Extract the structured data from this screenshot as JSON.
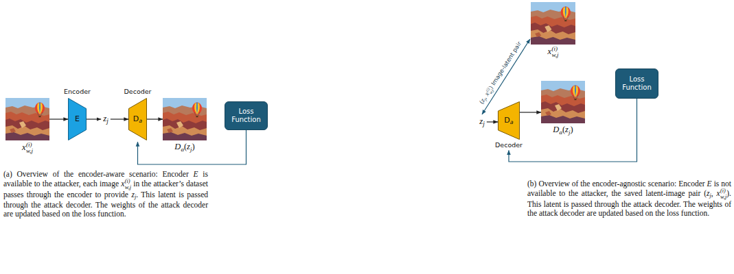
{
  "diagram": {
    "nodes": [
      {
        "text": [
          "x",
          "(i)",
          "w,j"
        ]
      },
      {
        "text": [
          "Encoder",
          "E"
        ]
      },
      {
        "text": [
          "z",
          "j"
        ]
      },
      {
        "text": [
          "Decoder",
          "D",
          "a"
        ]
      },
      {
        "text": [
          "D",
          "a",
          "(",
          "z",
          "j",
          ")"
        ]
      },
      {
        "text": [
          "Loss Function"
        ]
      },
      {
        "text": [
          "x",
          "(i)",
          "w,j"
        ]
      },
      {
        "text": [
          "z",
          "j"
        ]
      },
      {
        "text": [
          "D",
          "a",
          "Decoder"
        ]
      },
      {
        "text": [
          "D",
          "a",
          "(",
          "z",
          "j",
          ")"
        ]
      },
      {
        "text": [
          "Loss Function"
        ]
      }
    ],
    "edges": [
      {
        "from": 0,
        "to": 1,
        "arrow": "to"
      },
      {
        "from": 1,
        "to": 2,
        "arrow": "to"
      },
      {
        "from": 2,
        "to": 3,
        "arrow": "to"
      },
      {
        "from": 3,
        "to": 4,
        "arrow": "to"
      },
      {
        "from": 5,
        "to": 3,
        "arrow": "to"
      },
      {
        "from": 7,
        "to": 6,
        "arrow": "both"
      },
      {
        "from": 7,
        "to": 8,
        "arrow": "to"
      },
      {
        "from": 8,
        "to": 9,
        "arrow": "to"
      },
      {
        "from": 10,
        "to": 8,
        "arrow": "to"
      }
    ],
    "labels": [
      "(a) Overview of the encoder-aware scenario: Encoder",
      "E",
      "is available to the attacker, each image",
      "x",
      "(i)",
      "w,j",
      "in the attacker’s dataset passes through the encoder to provide",
      "z",
      "j",
      ". This latent is passed through the attack decoder. The weights of the attack decoder are updated based on the loss function.",
      "(b) Overview of the encoder-agnostic scenario: Encoder",
      "E",
      "is not available to the attacker, the saved latent-image pair (",
      "z",
      "j",
      ",",
      "x",
      "(i)",
      "w,j",
      "). This latent is passed through the attack decoder. The weights of the attack decoder are updated based on the loss function.",
      "(",
      "z",
      "j",
      ",",
      "x",
      "(i)",
      "w,j",
      ")",
      "Image-latent pair"
    ]
  }
}
